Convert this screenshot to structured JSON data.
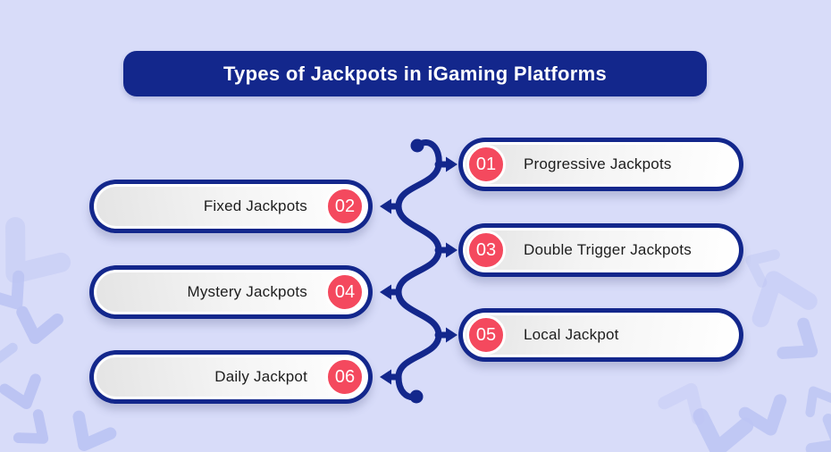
{
  "title": "Types of Jackpots in iGaming Platforms",
  "items": [
    {
      "number": "01",
      "label": "Progressive Jackpots",
      "side": "right"
    },
    {
      "number": "02",
      "label": "Fixed Jackpots",
      "side": "left"
    },
    {
      "number": "03",
      "label": "Double Trigger Jackpots",
      "side": "right"
    },
    {
      "number": "04",
      "label": "Mystery Jackpots",
      "side": "left"
    },
    {
      "number": "05",
      "label": "Local Jackpot",
      "side": "right"
    },
    {
      "number": "06",
      "label": "Daily Jackpot",
      "side": "left"
    }
  ],
  "colors": {
    "background": "#d8dcf9",
    "navy": "#13278c",
    "badge_red": "#f4495e",
    "pill_fill_start": "#e4e4e4",
    "pill_fill_end": "#ffffff",
    "label_text": "#1d1d1d",
    "title_text": "#ffffff",
    "watermark": "#bcc4f3"
  }
}
